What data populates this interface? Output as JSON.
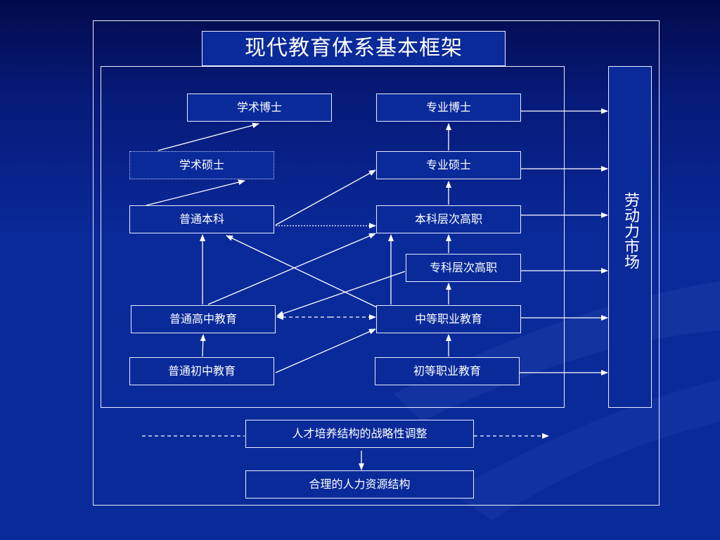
{
  "title": "现代教育体系基本框架",
  "nodes": {
    "academic_phd": "学术博士",
    "academic_master": "学术硕士",
    "general_undergrad": "普通本科",
    "general_high_school": "普通高中教育",
    "general_junior_high": "普通初中教育",
    "professional_phd": "专业博士",
    "professional_master": "专业硕士",
    "undergrad_higher_vocational": "本科层次高职",
    "junior_college_higher_vocational": "专科层次高职",
    "secondary_vocational": "中等职业教育",
    "primary_vocational": "初等职业教育"
  },
  "labor_market": "劳动力市场",
  "bottom": {
    "strategic_adjustment": "人才培养结构的战略性调整",
    "rational_structure": "合理的人力资源结构"
  },
  "colors": {
    "background": "#0a2a9a",
    "line": "#ffffff"
  }
}
